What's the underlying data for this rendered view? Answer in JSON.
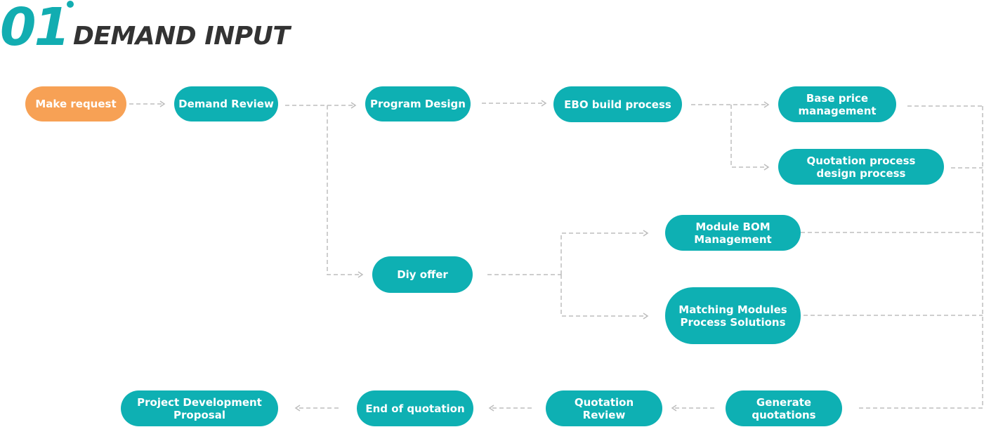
{
  "heading": {
    "number": "01",
    "title": "DEMAND INPUT"
  },
  "colors": {
    "accent": "#0eb0b3",
    "start": "#f7a155",
    "connector": "#bdbdbd",
    "heading_text": "#333333"
  },
  "nodes": {
    "make_request": "Make request",
    "demand_review": "Demand Review",
    "program_design": "Program Design",
    "ebo_build_process": "EBO build process",
    "base_price_management": "Base price\nmanagement",
    "quotation_process_design": "Quotation process\ndesign process",
    "diy_offer": "Diy offer",
    "module_bom_management": "Module BOM\nManagement",
    "matching_modules": "Matching Modules\nProcess Solutions",
    "generate_quotations": "Generate\nquotations",
    "quotation_review": "Quotation\nReview",
    "end_of_quotation": "End of quotation",
    "project_development_proposal": "Project Development\nProposal"
  }
}
